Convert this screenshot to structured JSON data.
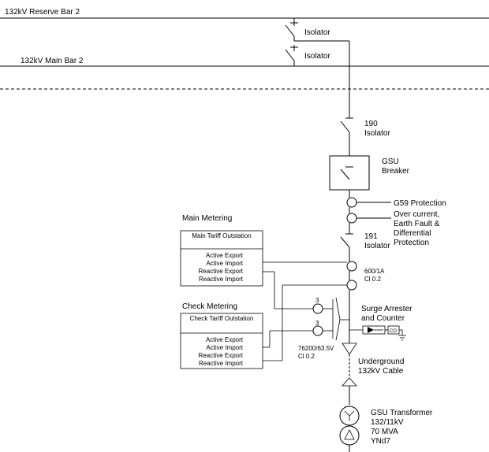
{
  "busbars": {
    "reserve": "132kV Reserve Bar 2",
    "main": "132kV Main Bar 2"
  },
  "switches": {
    "isolator_reserve": "Isolator",
    "isolator_main": "Isolator",
    "isolator_190": [
      "190",
      "Isolator"
    ],
    "isolator_191": [
      "191",
      "Isolator"
    ]
  },
  "breaker": [
    "GSU",
    "Breaker"
  ],
  "protection": {
    "g59": "G59 Protection",
    "other": [
      "Over current,",
      "Earth Fault &",
      "Differential",
      "Protection"
    ]
  },
  "ct": [
    "600/1A",
    "Cl 0.2"
  ],
  "vt": [
    "76200/63.5V",
    "Cl 0.2"
  ],
  "vt_windings": [
    "3",
    "3"
  ],
  "surge": [
    "Surge Arrester",
    "and Counter"
  ],
  "surge_counter": "CO",
  "cable": [
    "Underground",
    "132kV Cable"
  ],
  "transformer": [
    "GSU Transformer",
    "132/11kV",
    "70 MVA",
    "YNd7"
  ],
  "main_metering": {
    "title": "Main Metering",
    "outstation": "Main Tariff Outstation",
    "channels": [
      "Active Export",
      "Active Import",
      "Reactive Export",
      "Reactive Import"
    ]
  },
  "check_metering": {
    "title": "Check Metering",
    "outstation": "Check Tariff Outstation",
    "channels": [
      "Active Export",
      "Active Import",
      "Reactive Export",
      "Reactive Import"
    ]
  }
}
